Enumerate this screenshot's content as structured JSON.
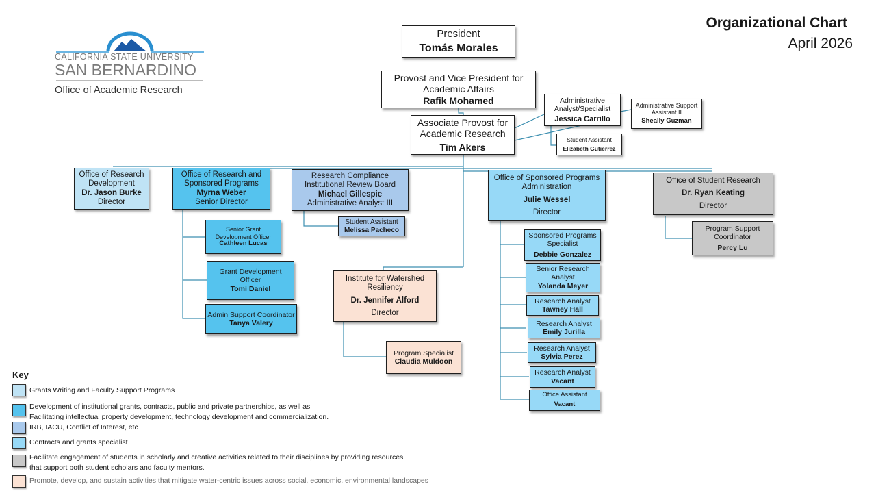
{
  "header": {
    "title": "Organizational Chart",
    "date": "April 2026"
  },
  "logo": {
    "line1": "CALIFORNIA STATE UNIVERSITY",
    "line2": "SAN BERNARDINO",
    "line3": "Office of Academic Research",
    "icon": "mountain-arch-icon"
  },
  "colors": {
    "grants_writing": "#bfe3f5",
    "development": "#55c3ee",
    "irb": "#a9c9ec",
    "contracts": "#97d9f7",
    "student_research": "#c8c8c8",
    "watershed": "#fbe2d4",
    "connector": "#3d8fb0"
  },
  "nodes": {
    "president": {
      "title": "President",
      "name": "Tomás Morales"
    },
    "provost": {
      "title": "Provost and Vice President for Academic Affairs",
      "name": "Rafik Mohamed"
    },
    "assoc_provost": {
      "title": "Associate Provost for Academic Research",
      "name": "Tim Akers"
    },
    "admin_analyst": {
      "title": "Administrative Analyst/Specialist",
      "name": "Jessica Carrillo"
    },
    "admin_support": {
      "title": "Administrative Support Assistant II",
      "name": "Sheally Guzman"
    },
    "student_asst_top": {
      "title": "Student Assistant",
      "name": "Elizabeth Gutierrez"
    },
    "research_dev": {
      "title": "Office of Research Development",
      "name": "Dr. Jason Burke",
      "role": "Director"
    },
    "orsp": {
      "title": "Office of Research and Sponsored Programs",
      "name": "Myrna Weber",
      "role": "Senior Director"
    },
    "compliance": {
      "title": "Research Compliance Institutional Review Board",
      "name": "Michael Gillespie",
      "role": "Administrative Analyst III"
    },
    "compliance_student": {
      "title": "Student Assistant",
      "name": "Melissa Pacheco"
    },
    "senior_grant": {
      "title": "Senior Grant Development Officer",
      "name": "Cathleen Lucas"
    },
    "grant_dev": {
      "title": "Grant Development Officer",
      "name": "Tomi Daniel"
    },
    "admin_coord": {
      "title": "Admin Support Coordinator",
      "name": "Tanya Valery"
    },
    "watershed": {
      "title": "Institute for Watershed Resiliency",
      "name": "Dr. Jennifer Alford",
      "role": "Director"
    },
    "program_specialist": {
      "title": "Program Specialist",
      "name": "Claudia Muldoon"
    },
    "ospa": {
      "title": "Office of Sponsored Programs Administration",
      "name": "Julie Wessel",
      "role": "Director"
    },
    "sp_specialist": {
      "title": "Sponsored Programs Specialist",
      "name": "Debbie Gonzalez"
    },
    "senior_analyst": {
      "title": "Senior Research Analyst",
      "name": "Yolanda Meyer"
    },
    "analyst_1": {
      "title": "Research Analyst",
      "name": "Tawney Hall"
    },
    "analyst_2": {
      "title": "Research Analyst",
      "name": "Emily Jurilla"
    },
    "analyst_3": {
      "title": "Research Analyst",
      "name": "Sylvia Perez"
    },
    "analyst_4": {
      "title": "Research Analyst",
      "name": "Vacant"
    },
    "office_asst": {
      "title": "Office Assistant",
      "name": "Vacant"
    },
    "student_research": {
      "title": "Office of Student Research",
      "name": "Dr. Ryan Keating",
      "role": "Director"
    },
    "program_support": {
      "title": "Program Support Coordinator",
      "name": "Percy Lu"
    }
  },
  "key": {
    "title": "Key",
    "items": [
      {
        "label": "Grants Writing and Faculty Support Programs"
      },
      {
        "label": "Development of institutional grants, contracts, public and private partnerships, as well as",
        "label2": "Facilitating intellectual property development, technology development and commercialization."
      },
      {
        "label": "IRB, IACU, Conflict of Interest, etc"
      },
      {
        "label": "Contracts and grants specialist"
      },
      {
        "label": "Facilitate engagement of students in scholarly and creative activities related to their disciplines by providing resources",
        "label2": "that support both student scholars and faculty mentors."
      },
      {
        "label": "Promote, develop, and sustain activities that mitigate water-centric issues across social, economic, environmental landscapes"
      }
    ]
  }
}
